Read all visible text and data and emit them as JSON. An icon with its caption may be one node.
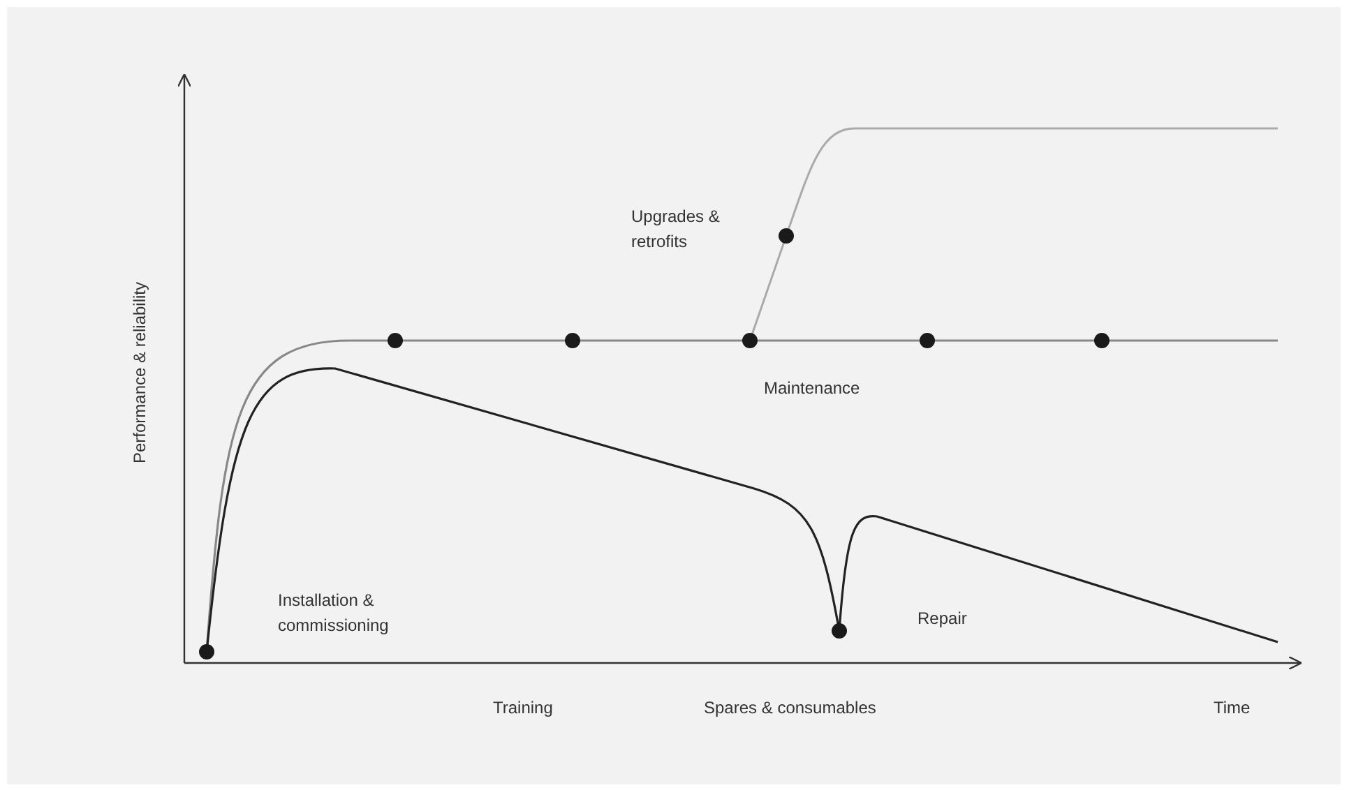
{
  "diagram": {
    "labels": [
      "Upgrades & retrofits",
      "Performance & reliability",
      "Maintenance",
      "Installation & commissioning",
      "Repair",
      "Training",
      "Spares & consumables",
      "Time"
    ]
  }
}
